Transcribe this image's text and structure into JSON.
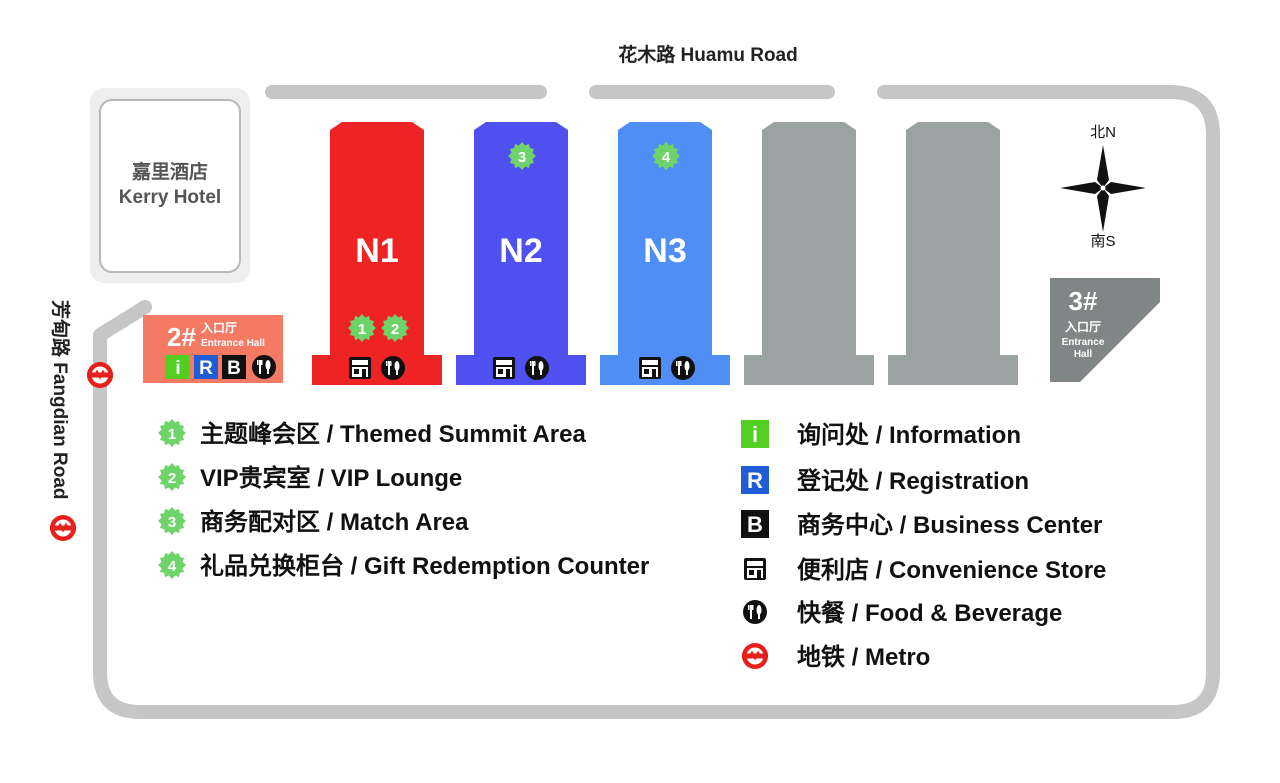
{
  "roads": {
    "north": "花木路 Huamu Road",
    "west": "芳甸路 Fangdian Road"
  },
  "hotel": {
    "name_cn": "嘉里酒店",
    "name_en": "Kerry Hotel"
  },
  "compass": {
    "north": "北N",
    "south": "南S"
  },
  "halls": [
    {
      "label": "N1",
      "color": "#ee2424"
    },
    {
      "label": "N2",
      "color": "#5050f0"
    },
    {
      "label": "N3",
      "color": "#4f8ef5"
    },
    {
      "label": "",
      "color": "#9aa2a2"
    },
    {
      "label": "",
      "color": "#9aa2a2"
    }
  ],
  "hall_markers": {
    "n1": [
      "1",
      "2"
    ],
    "n2": [
      "3"
    ],
    "n3": [
      "4"
    ]
  },
  "entrance_2": {
    "number": "2#",
    "label_cn": "入口厅",
    "label_en": "Entrance Hall",
    "color": "#f47a64",
    "icons": [
      "i",
      "R",
      "B"
    ]
  },
  "entrance_3": {
    "number": "3#",
    "label_cn": "入口厅",
    "label_en": "Entrance",
    "label_en2": "Hall",
    "color": "#808585"
  },
  "legend_left": [
    {
      "num": "1",
      "text": "主题峰会区 / Themed Summit Area"
    },
    {
      "num": "2",
      "text": "VIP贵宾室 / VIP Lounge"
    },
    {
      "num": "3",
      "text": "商务配对区 / Match Area"
    },
    {
      "num": "4",
      "text": "礼品兑换柜台 / Gift Redemption Counter"
    }
  ],
  "legend_right": [
    {
      "icon": "info-icon",
      "glyph": "i",
      "text": "询问处 / Information"
    },
    {
      "icon": "registration-icon",
      "glyph": "R",
      "text": "登记处 / Registration"
    },
    {
      "icon": "business-center-icon",
      "glyph": "B",
      "text": "商务中心 / Business Center"
    },
    {
      "icon": "convenience-store-icon",
      "glyph": "",
      "text": "便利店 / Convenience Store"
    },
    {
      "icon": "food-beverage-icon",
      "glyph": "",
      "text": "快餐 / Food & Beverage"
    },
    {
      "icon": "metro-icon",
      "glyph": "",
      "text": "地铁 / Metro"
    }
  ],
  "colors": {
    "road": "#c6c6c6",
    "marker_green": "#6ed46a",
    "info_green": "#52cf22",
    "registration_blue": "#1f5cd6",
    "metro_red": "#e8201c"
  }
}
